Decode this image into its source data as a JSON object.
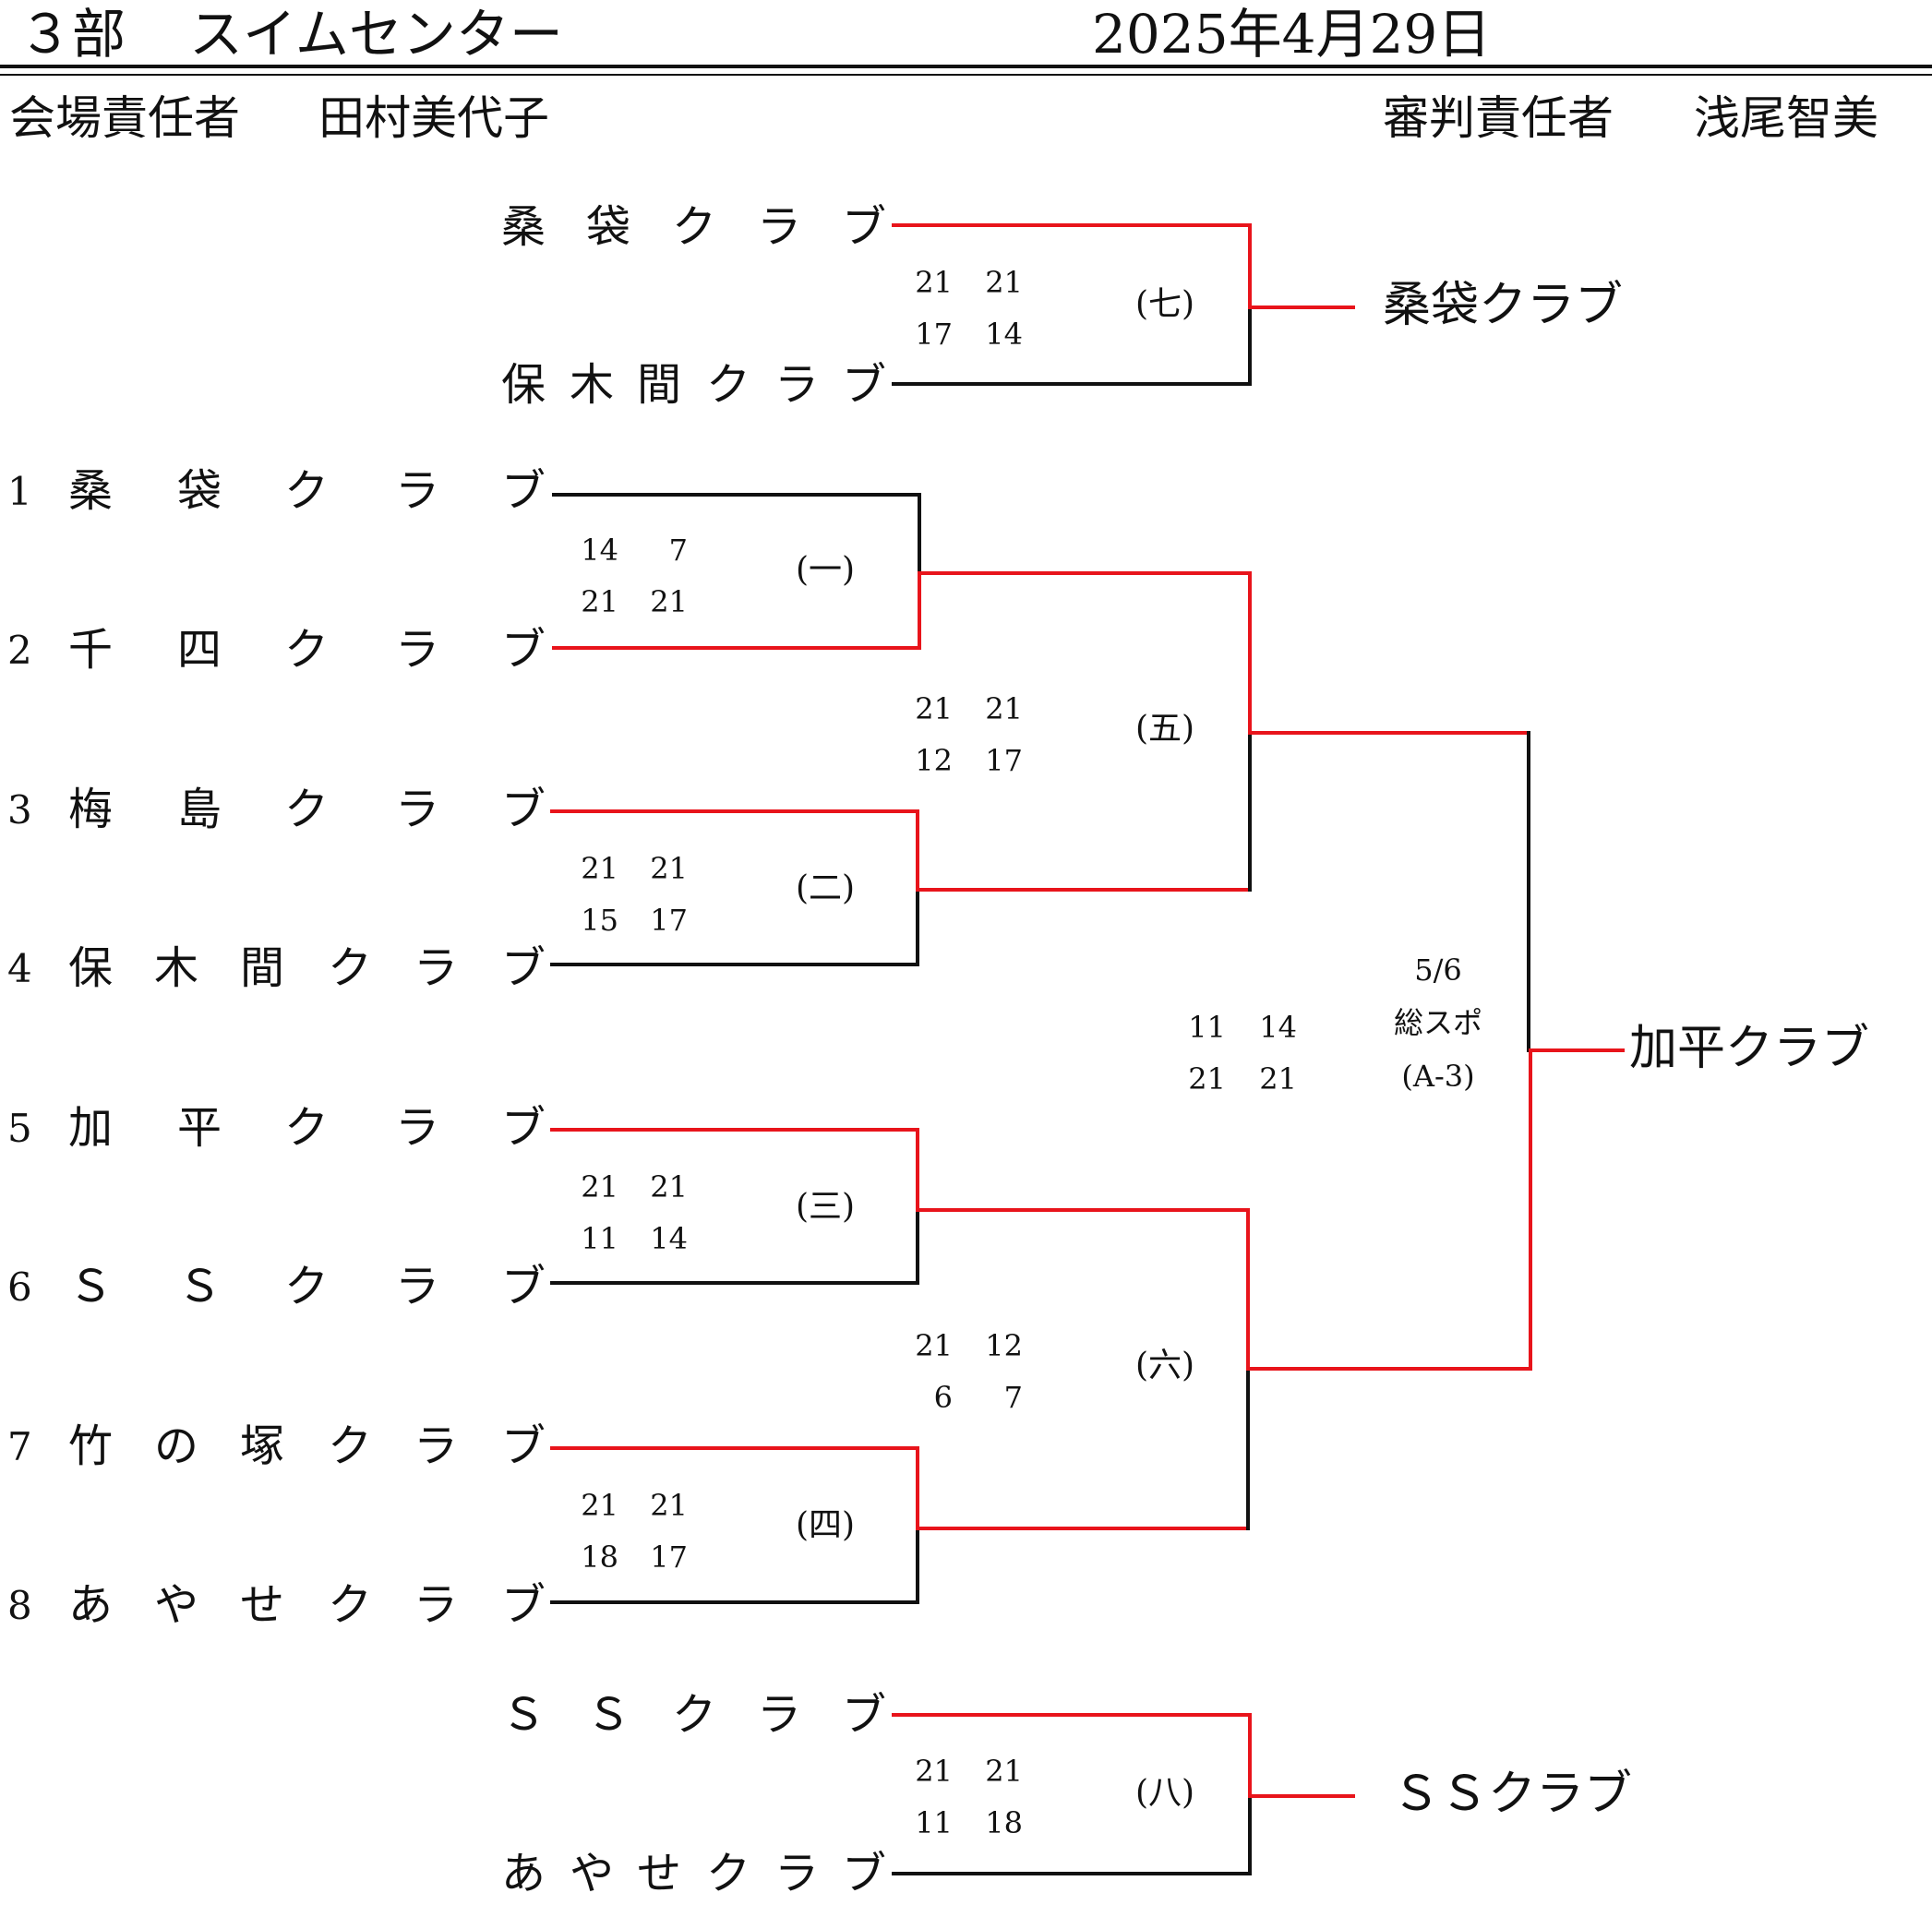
{
  "header": {
    "division": "３部",
    "venue": "スイムセンター",
    "date": "2025年4月29日",
    "venue_manager_label": "会場責任者",
    "venue_manager_name": "田村美代子",
    "referee_label": "審判責任者",
    "referee_name": "浅尾智美"
  },
  "colors": {
    "winner_line": "#e8141b",
    "loser_line": "#111111",
    "text": "#111111"
  },
  "entries": [
    {
      "num": "1",
      "chars": [
        "桑",
        "袋",
        "ク",
        "ラ",
        "ブ"
      ]
    },
    {
      "num": "2",
      "chars": [
        "千",
        "四",
        "ク",
        "ラ",
        "ブ"
      ]
    },
    {
      "num": "3",
      "chars": [
        "梅",
        "島",
        "ク",
        "ラ",
        "ブ"
      ]
    },
    {
      "num": "4",
      "chars": [
        "保",
        "木",
        "間",
        "ク",
        "ラ",
        "ブ"
      ]
    },
    {
      "num": "5",
      "chars": [
        "加",
        "平",
        "ク",
        "ラ",
        "ブ"
      ]
    },
    {
      "num": "6",
      "chars": [
        "Ｓ",
        "Ｓ",
        "ク",
        "ラ",
        "ブ"
      ]
    },
    {
      "num": "7",
      "chars": [
        "竹",
        "の",
        "塚",
        "ク",
        "ラ",
        "ブ"
      ]
    },
    {
      "num": "8",
      "chars": [
        "あ",
        "や",
        "せ",
        "ク",
        "ラ",
        "ブ"
      ]
    }
  ],
  "matches": {
    "m1": {
      "label": "(一)",
      "scores": [
        [
          "14",
          "7"
        ],
        [
          "21",
          "21"
        ]
      ]
    },
    "m2": {
      "label": "(二)",
      "scores": [
        [
          "21",
          "21"
        ],
        [
          "15",
          "17"
        ]
      ]
    },
    "m3": {
      "label": "(三)",
      "scores": [
        [
          "21",
          "21"
        ],
        [
          "11",
          "14"
        ]
      ]
    },
    "m4": {
      "label": "(四)",
      "scores": [
        [
          "21",
          "21"
        ],
        [
          "18",
          "17"
        ]
      ]
    },
    "m5": {
      "label": "(五)",
      "scores": [
        [
          "21",
          "21"
        ],
        [
          "12",
          "17"
        ]
      ]
    },
    "m6": {
      "label": "(六)",
      "scores": [
        [
          "21",
          "12"
        ],
        [
          "6",
          "7"
        ]
      ]
    },
    "final": {
      "scores": [
        [
          "11",
          "14"
        ],
        [
          "21",
          "21"
        ]
      ],
      "date": "5/6",
      "place": "総スポ",
      "court": "(A-3)",
      "winner": "加平クラブ"
    },
    "m7": {
      "label": "(七)",
      "scores": [
        [
          "21",
          "21"
        ],
        [
          "17",
          "14"
        ]
      ],
      "winner": "桑袋クラブ",
      "top_chars": [
        "桑",
        "袋",
        "ク",
        "ラ",
        "ブ"
      ],
      "bottom_chars": [
        "保",
        "木",
        "間",
        "ク",
        "ラ",
        "ブ"
      ]
    },
    "m8": {
      "label": "(八)",
      "scores": [
        [
          "21",
          "21"
        ],
        [
          "11",
          "18"
        ]
      ],
      "winner": "ＳＳクラブ",
      "top_chars": [
        "Ｓ",
        "Ｓ",
        "ク",
        "ラ",
        "ブ"
      ],
      "bottom_chars": [
        "あ",
        "や",
        "せ",
        "ク",
        "ラ",
        "ブ"
      ]
    }
  }
}
